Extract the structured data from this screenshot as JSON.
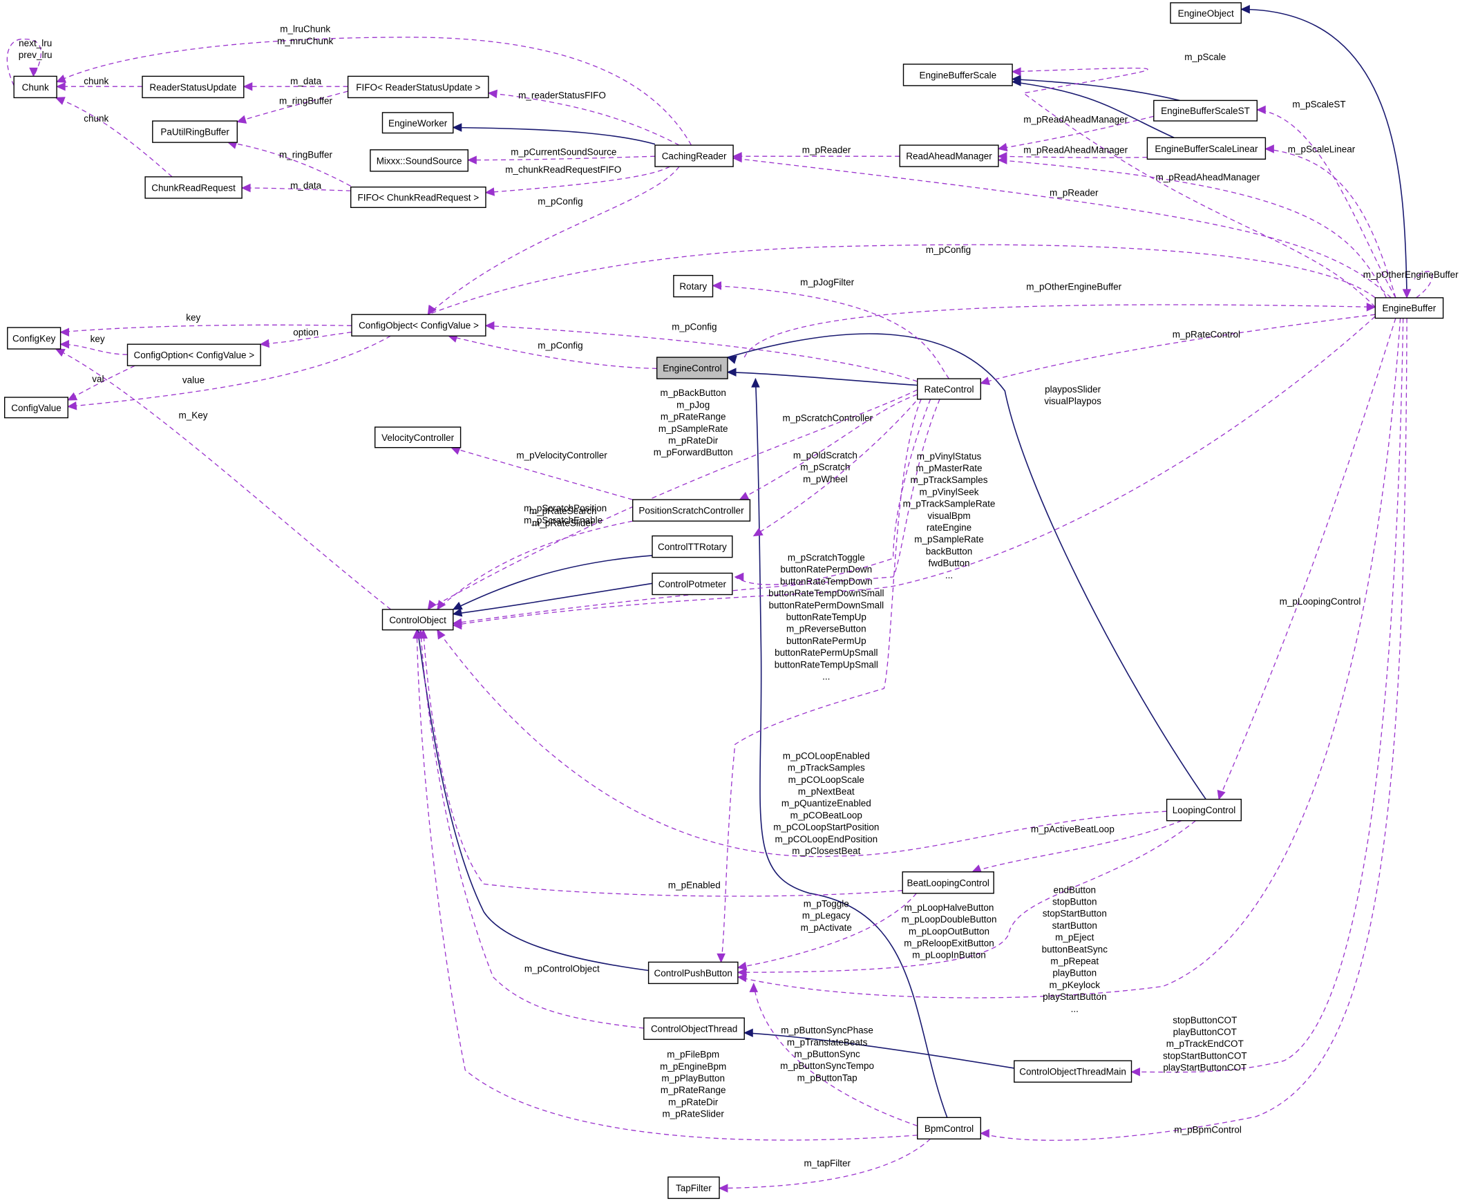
{
  "diagram": {
    "nodes": [
      {
        "id": "EngineObject",
        "label": "EngineObject"
      },
      {
        "id": "EngineBufferScale",
        "label": "EngineBufferScale"
      },
      {
        "id": "EngineBufferScaleST",
        "label": "EngineBufferScaleST"
      },
      {
        "id": "EngineBufferScaleLinear",
        "label": "EngineBufferScaleLinear"
      },
      {
        "id": "ReadAheadManager",
        "label": "ReadAheadManager"
      },
      {
        "id": "CachingReader",
        "label": "CachingReader"
      },
      {
        "id": "EngineWorker",
        "label": "EngineWorker"
      },
      {
        "id": "SoundSource",
        "label": "Mixxx::SoundSource"
      },
      {
        "id": "FIFOChunk",
        "label": "FIFO< ChunkReadRequest >"
      },
      {
        "id": "FIFOReader",
        "label": "FIFO< ReaderStatusUpdate >"
      },
      {
        "id": "ReaderStatusUpdate",
        "label": "ReaderStatusUpdate"
      },
      {
        "id": "Chunk",
        "label": "Chunk"
      },
      {
        "id": "PaUtilRingBuffer",
        "label": "PaUtilRingBuffer"
      },
      {
        "id": "ChunkReadRequest",
        "label": "ChunkReadRequest"
      },
      {
        "id": "ConfigObject",
        "label": "ConfigObject< ConfigValue >"
      },
      {
        "id": "ConfigKey",
        "label": "ConfigKey"
      },
      {
        "id": "ConfigOption",
        "label": "ConfigOption< ConfigValue >"
      },
      {
        "id": "ConfigValue",
        "label": "ConfigValue"
      },
      {
        "id": "Rotary",
        "label": "Rotary"
      },
      {
        "id": "EngineControl",
        "label": "EngineControl"
      },
      {
        "id": "RateControl",
        "label": "RateControl"
      },
      {
        "id": "EngineBuffer",
        "label": "EngineBuffer"
      },
      {
        "id": "VelocityController",
        "label": "VelocityController"
      },
      {
        "id": "PositionScratchController",
        "label": "PositionScratchController"
      },
      {
        "id": "ControlTTRotary",
        "label": "ControlTTRotary"
      },
      {
        "id": "ControlPotmeter",
        "label": "ControlPotmeter"
      },
      {
        "id": "ControlObject",
        "label": "ControlObject"
      },
      {
        "id": "LoopingControl",
        "label": "LoopingControl"
      },
      {
        "id": "BeatLoopingControl",
        "label": "BeatLoopingControl"
      },
      {
        "id": "ControlPushButton",
        "label": "ControlPushButton"
      },
      {
        "id": "ControlObjectThread",
        "label": "ControlObjectThread"
      },
      {
        "id": "ControlObjectThreadMain",
        "label": "ControlObjectThreadMain"
      },
      {
        "id": "BpmControl",
        "label": "BpmControl"
      },
      {
        "id": "TapFilter",
        "label": "TapFilter"
      }
    ],
    "labels": [
      "next_lru",
      "prev_lru",
      "m_lruChunk",
      "m_mruChunk",
      "chunk",
      "m_data",
      "m_readerStatusFIFO",
      "m_ringBuffer",
      "chunk",
      "m_pCurrentSoundSource",
      "m_ringBuffer",
      "m_data",
      "m_chunkReadRequestFIFO",
      "m_pConfig",
      "m_pScale",
      "m_pScaleST",
      "m_pReadAheadManager",
      "m_pReadAheadManager",
      "m_pScaleLinear",
      "m_pReader",
      "m_pReadAheadManager",
      "m_pReader",
      "m_pConfig",
      "m_pOtherEngineBuffer",
      "m_pJogFilter",
      "m_pOtherEngineBuffer",
      "key",
      "option",
      "m_pConfig",
      "m_pConfig",
      "key",
      "val",
      "value",
      "m_pRateControl",
      "playposSlider",
      "visualPlaypos",
      "m_pBackButton",
      "m_pJog",
      "m_pRateRange",
      "m_pSampleRate",
      "m_pRateDir",
      "m_pForwardButton",
      "m_Key",
      "m_pScratchController",
      "m_pVelocityController",
      "m_pOldScratch",
      "m_pScratch",
      "m_pWheel",
      "m_pVinylStatus",
      "m_pMasterRate",
      "m_pTrackSamples",
      "m_pVinylSeek",
      "m_pTrackSampleRate",
      "visualBpm",
      "rateEngine",
      "m_pSampleRate",
      "backButton",
      "fwdButton",
      "...",
      "m_pScratchPosition",
      "m_pScratchEnable",
      "m_pRateSearch",
      "m_pRateSlider",
      "m_pScratchToggle",
      "buttonRatePermDown",
      "buttonRateTempDown",
      "buttonRateTempDownSmall",
      "buttonRatePermDownSmall",
      "buttonRateTempUp",
      "m_pReverseButton",
      "buttonRatePermUp",
      "buttonRatePermUpSmall",
      "buttonRateTempUpSmall",
      "...",
      "m_pLoopingControl",
      "m_pCOLoopEnabled",
      "m_pTrackSamples",
      "m_pCOLoopScale",
      "m_pNextBeat",
      "m_pQuantizeEnabled",
      "m_pCOBeatLoop",
      "m_pCOLoopStartPosition",
      "m_pCOLoopEndPosition",
      "m_pClosestBeat",
      "m_pActiveBeatLoop",
      "m_pEnabled",
      "m_pToggle",
      "m_pLegacy",
      "m_pActivate",
      "m_pLoopHalveButton",
      "m_pLoopDoubleButton",
      "m_pLoopOutButton",
      "m_pReloopExitButton",
      "m_pLoopInButton",
      "endButton",
      "stopButton",
      "stopStartButton",
      "startButton",
      "m_pEject",
      "buttonBeatSync",
      "m_pRepeat",
      "playButton",
      "m_pKeylock",
      "playStartButton",
      "...",
      "m_pControlObject",
      "stopButtonCOT",
      "playButtonCOT",
      "m_pTrackEndCOT",
      "stopStartButtonCOT",
      "playStartButtonCOT",
      "m_pButtonSyncPhase",
      "m_pTranslateBeats",
      "m_pButtonSync",
      "m_pButtonSyncTempo",
      "m_pButtonTap",
      "m_pFileBpm",
      "m_pEngineBpm",
      "m_pPlayButton",
      "m_pRateRange",
      "m_pRateDir",
      "m_pRateSlider",
      "m_pBpmControl",
      "m_tapFilter"
    ],
    "colors": {
      "inheritance": "#191970",
      "membership": "#9a32cd",
      "focus_fill": "#bfbfbf"
    }
  }
}
